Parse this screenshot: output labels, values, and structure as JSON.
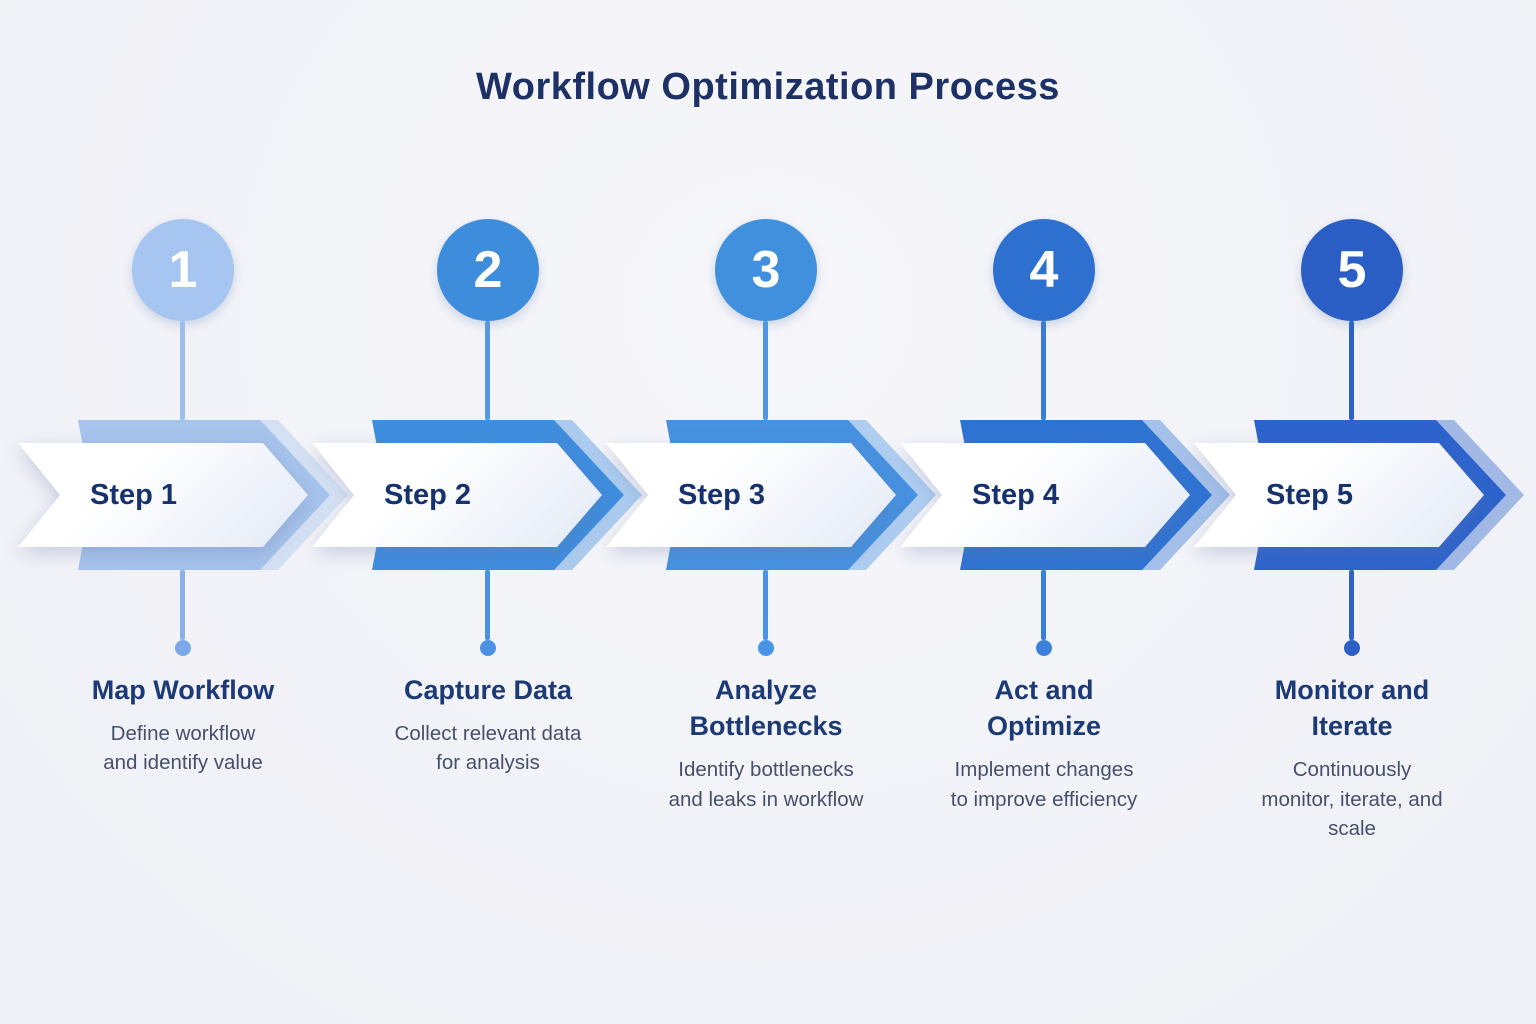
{
  "title": "Workflow Optimization Process",
  "steps": [
    {
      "number": "1",
      "label": "Step 1",
      "heading_lines": [
        "Map Workflow"
      ],
      "description_lines": [
        "Define workflow",
        "and identify value"
      ],
      "colors": {
        "circle": "#a6c5f0",
        "arrow": "#a6c3ec",
        "connector_top": "#9cbeee",
        "connector_bottom": "#8cb1ea",
        "dot": "#7da8e8"
      }
    },
    {
      "number": "2",
      "label": "Step 2",
      "heading_lines": [
        "Capture Data"
      ],
      "description_lines": [
        "Collect relevant data",
        "for analysis"
      ],
      "colors": {
        "circle": "#3e8cdc",
        "arrow": "#3f8dde",
        "connector_top": "#5599e2",
        "connector_bottom": "#4a91e0",
        "dot": "#4a91e4"
      }
    },
    {
      "number": "3",
      "label": "Step 3",
      "heading_lines": [
        "Analyze",
        "Bottlenecks"
      ],
      "description_lines": [
        "Identify bottlenecks",
        "and leaks in workflow"
      ],
      "colors": {
        "circle": "#4190de",
        "arrow": "#4691e0",
        "connector_top": "#4d96e4",
        "connector_bottom": "#4a94e6",
        "dot": "#4a94e8"
      }
    },
    {
      "number": "4",
      "label": "Step 4",
      "heading_lines": [
        "Act and",
        "Optimize"
      ],
      "description_lines": [
        "Implement changes",
        "to improve efficiency"
      ],
      "colors": {
        "circle": "#2e70d0",
        "arrow": "#2f73d2",
        "connector_top": "#3a7cd6",
        "connector_bottom": "#3a80da",
        "dot": "#3c82dc"
      }
    },
    {
      "number": "5",
      "label": "Step 5",
      "heading_lines": [
        "Monitor and",
        "Iterate"
      ],
      "description_lines": [
        "Continuously",
        "monitor, iterate, and",
        "scale"
      ],
      "colors": {
        "circle": "#2a5ec4",
        "arrow": "#2d63cc",
        "connector_top": "#2d63c8",
        "connector_bottom": "#2e62c8",
        "dot": "#2d5fc6"
      }
    }
  ],
  "colors": {
    "background": "#f3f3f7",
    "title_text": "#1e3166",
    "step_label_text": "#15316e",
    "heading_text": "#1c3a75",
    "description_text": "#46506b",
    "number_text": "#ffffff",
    "banner_fill": "#ffffff"
  }
}
